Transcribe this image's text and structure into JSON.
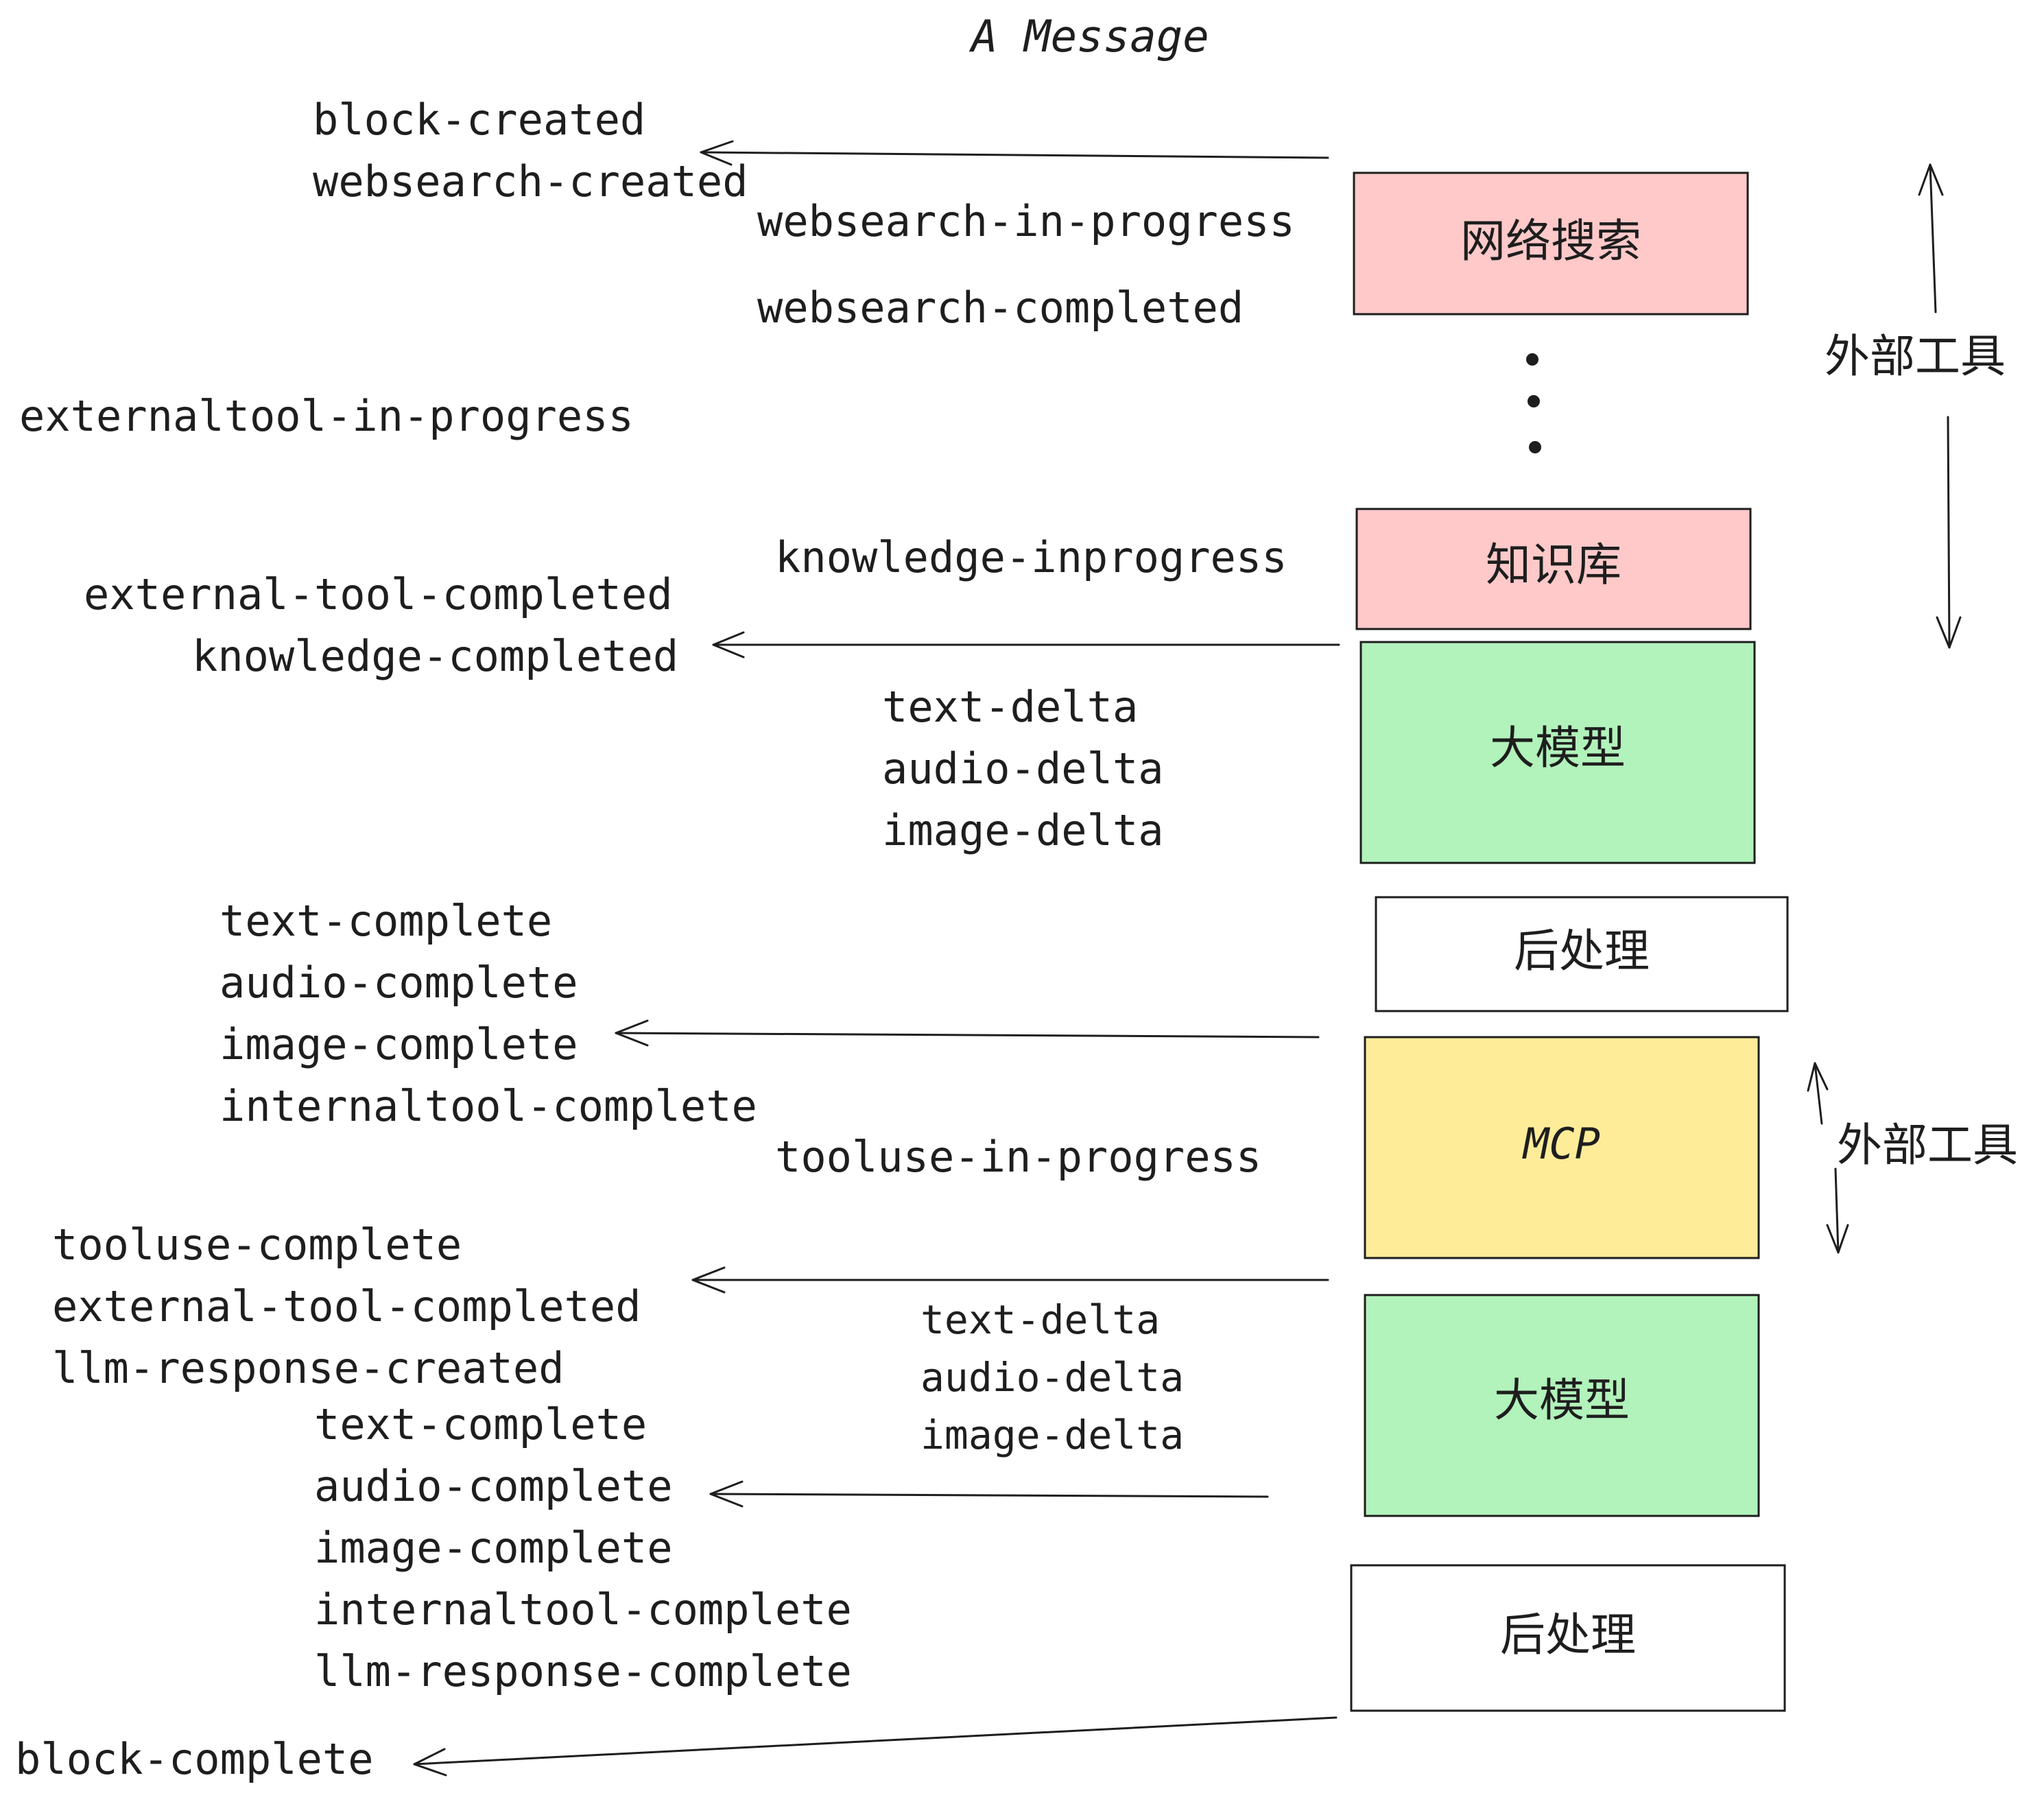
{
  "title": "A Message",
  "colors": {
    "web_search": "#ffc9c9",
    "knowledge": "#ffc9c9",
    "llm": "#b2f2bb",
    "mcp": "#ffec99",
    "post": "#ffffff",
    "ink": "#1e1e1e"
  },
  "boxes": {
    "web_search": "网络搜索",
    "knowledge": "知识库",
    "llm_1": "大模型",
    "post_1": "后处理",
    "mcp": "MCP",
    "llm_2": "大模型",
    "post_2": "后处理"
  },
  "side_labels": {
    "external_tools_1": "外部工具",
    "external_tools_2": "外部工具"
  },
  "events": {
    "block_created": "block-created",
    "websearch_created": "websearch-created",
    "websearch_in_progress": "websearch-in-progress",
    "websearch_completed": "websearch-completed",
    "externaltool_in_progress": "externaltool-in-progress",
    "knowledge_inprogress": "knowledge-inprogress",
    "external_tool_completed_1": "external-tool-completed",
    "knowledge_completed": "knowledge-completed",
    "delta_group_1": [
      "text-delta",
      "audio-delta",
      "image-delta"
    ],
    "complete_group_1": [
      "text-complete",
      "audio-complete",
      "image-complete",
      "internaltool-complete"
    ],
    "tooluse_in_progress": "tooluse-in-progress",
    "tool_group": [
      "tooluse-complete",
      "external-tool-completed",
      "llm-response-created"
    ],
    "delta_group_2": [
      "text-delta",
      "audio-delta",
      "image-delta"
    ],
    "complete_group_2": [
      "text-complete",
      "audio-complete",
      "image-complete",
      "internaltool-complete",
      "llm-response-complete"
    ],
    "block_complete": "block-complete"
  }
}
